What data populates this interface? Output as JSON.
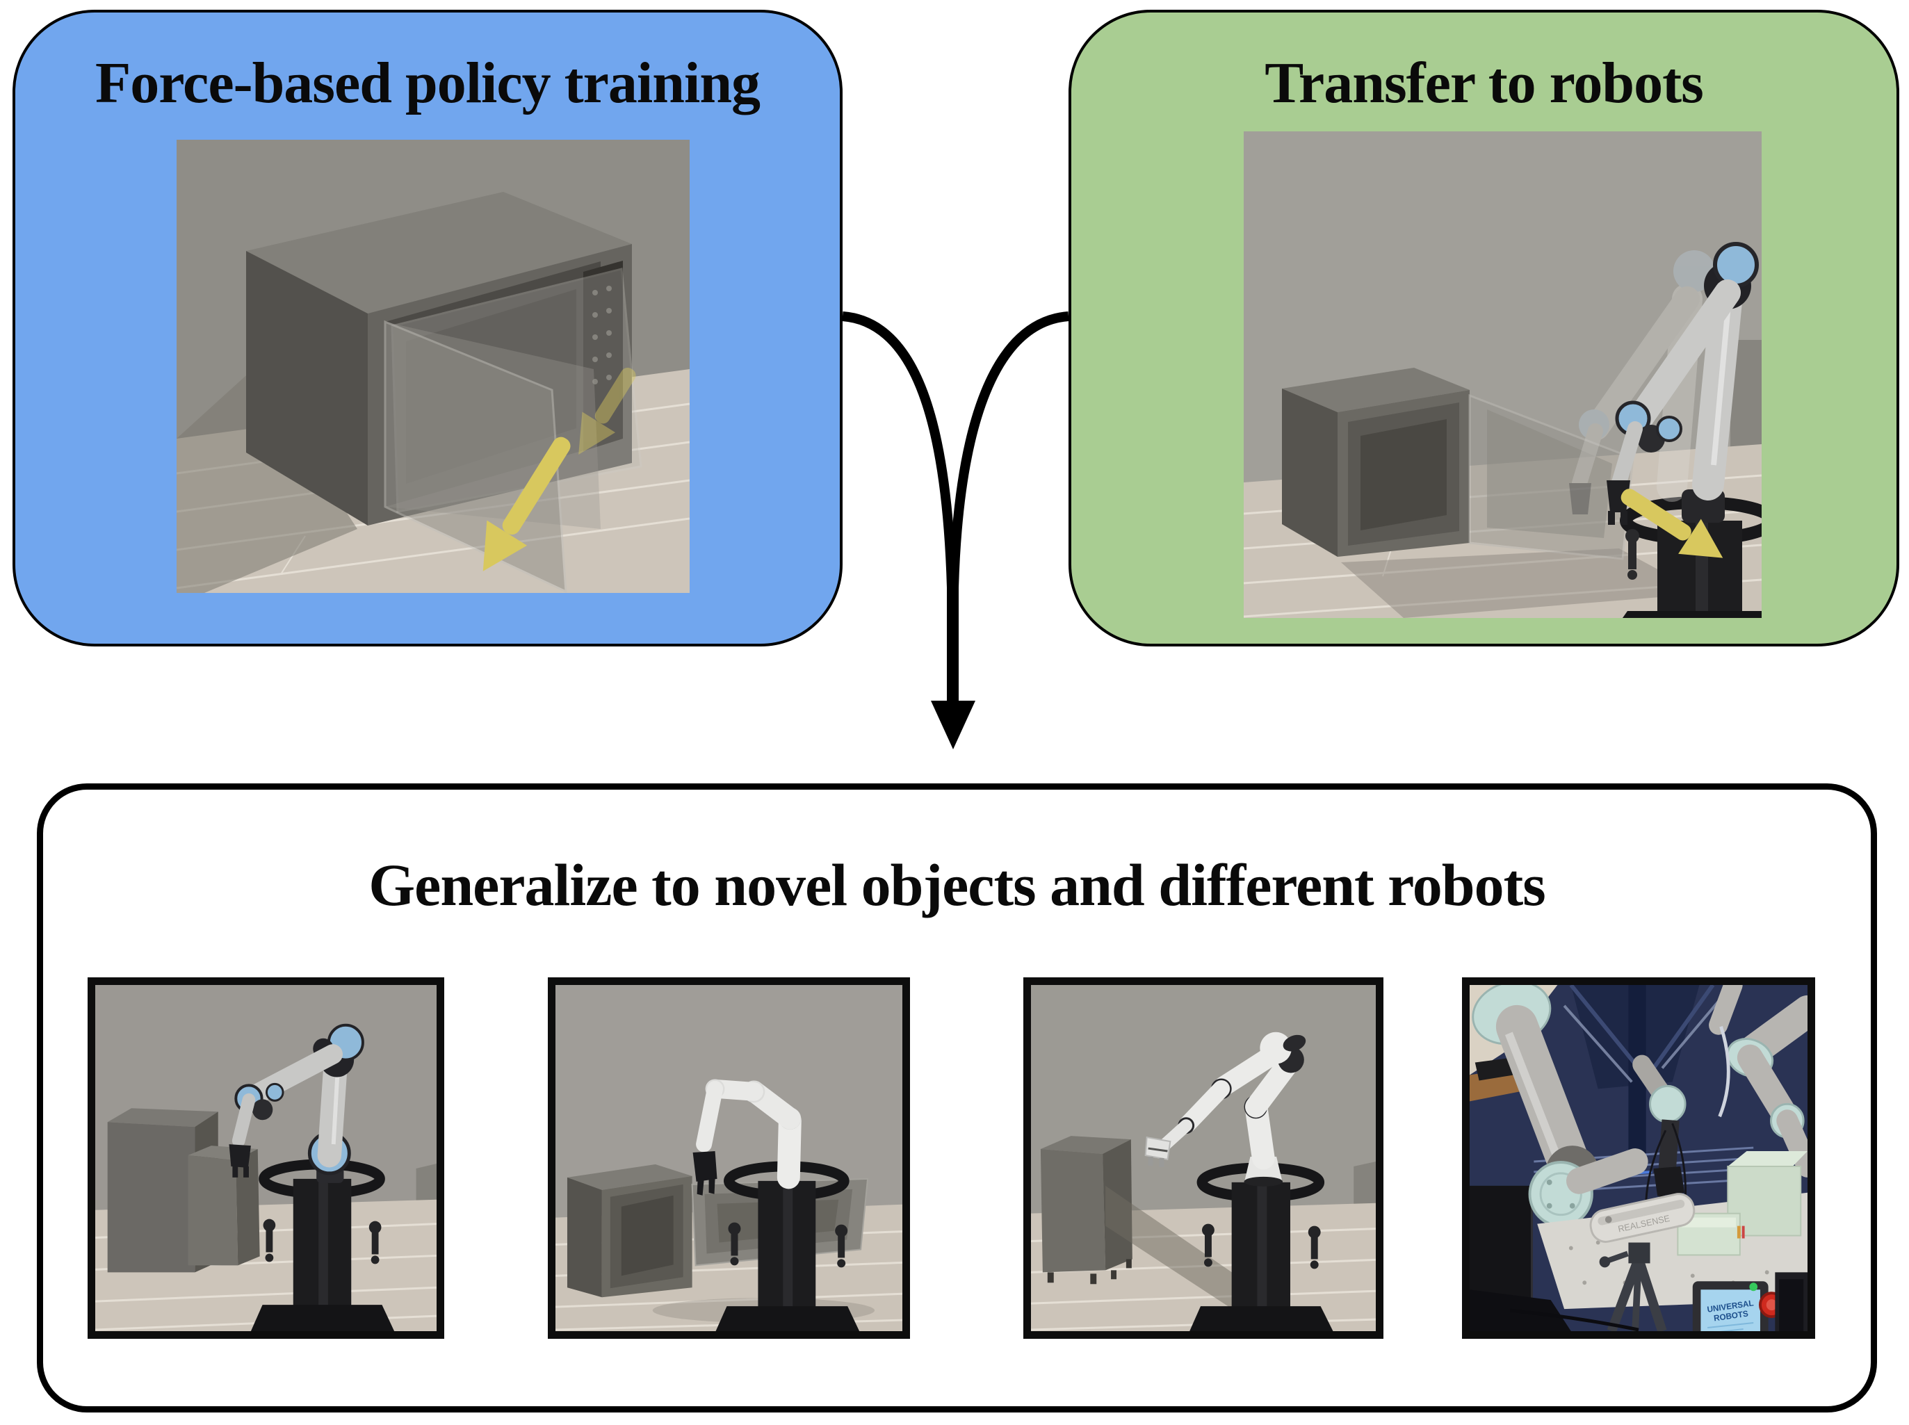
{
  "figure": {
    "colors": {
      "training_box_bg": "#71a6ee",
      "transfer_box_bg": "#a9cd92",
      "box_border": "#000000",
      "force_arrow_yellow": "#d8c85e",
      "ur_joint_blue": "#8fb9d9",
      "real_robot_mint": "#c2dbd6"
    },
    "training_box": {
      "title": "Force-based policy training"
    },
    "transfer_box": {
      "title": "Transfer to robots"
    },
    "generalize_box": {
      "title": "Generalize to novel objects and different robots"
    },
    "real_photo": {
      "pendant_screen_line1": "UNIVERSAL",
      "pendant_screen_line2": "ROBOTS",
      "camera_label": "REALSENSE"
    }
  }
}
